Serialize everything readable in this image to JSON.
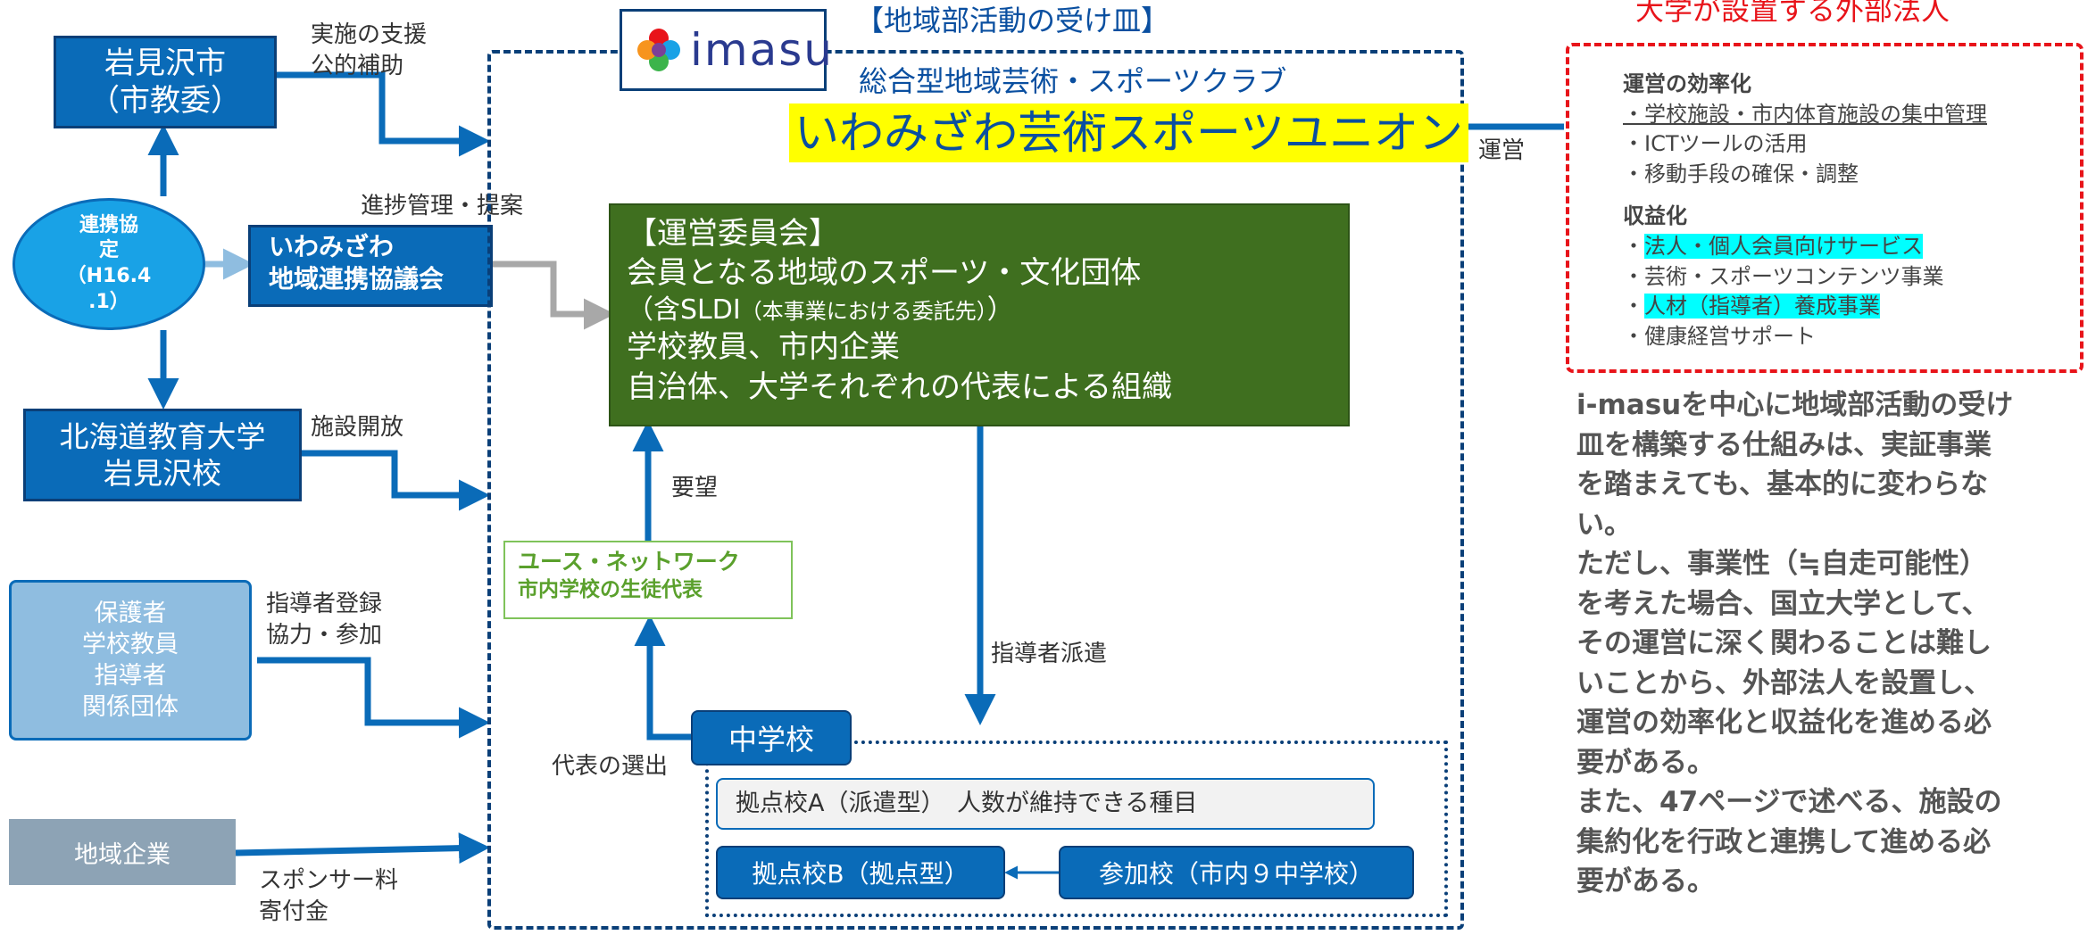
{
  "left": {
    "city": {
      "line1": "岩見沢市",
      "line2": "（市教委）"
    },
    "city_label": {
      "line1": "実施の支援",
      "line2": "公的補助"
    },
    "agreement": {
      "line1": "連携協",
      "line2": "定",
      "line3": "（H16.4",
      "line4": ".1）"
    },
    "council": {
      "line1": "いわみざわ",
      "line2": "地域連携協議会"
    },
    "council_label": "進捗管理・提案",
    "university": {
      "line1": "北海道教育大学",
      "line2": "岩見沢校"
    },
    "university_label": "施設開放",
    "guardians": {
      "lines": [
        "保護者",
        "学校教員",
        "指導者",
        "関係団体"
      ]
    },
    "guardians_label": {
      "line1": "指導者登録",
      "line2": "協力・参加"
    },
    "company": "地域企業",
    "company_label": {
      "line1": "スポンサー料",
      "line2": "寄付金"
    }
  },
  "center": {
    "logo_text": "imasu",
    "frame_title": "【地域部活動の受け皿】",
    "club_subtitle": "総合型地域芸術・スポーツクラブ",
    "club_name": "いわみざわ芸術スポーツユニオン",
    "committee": {
      "line1": "【運営委員会】",
      "line2": "会員となる地域のスポーツ・文化団体",
      "line3_a": "（含SLDI",
      "line3_b": "（本事業における委託先）",
      "line3_c": "）",
      "line4": "学校教員、市内企業",
      "line5": "自治体、大学それぞれの代表による組織"
    },
    "request_label": "要望",
    "youth": {
      "line1": "ユース・ネットワーク",
      "line2": "市内学校の生徒代表"
    },
    "dispatch_label": "指導者派遣",
    "select_label": "代表の選出",
    "junior_high": "中学校",
    "school_a": "拠点校A（派遣型）　人数が維持できる種目",
    "school_b": "拠点校B（拠点型）",
    "participating": "参加校（市内９中学校）"
  },
  "right": {
    "title": "大学が設置する外部法人",
    "operate_label": "運営",
    "efficiency_head": "運営の効率化",
    "efficiency_items": [
      "・学校施設・市内体育施設の集中管理",
      "・ICTツールの活用",
      "・移動手段の確保・調整"
    ],
    "revenue_head": "収益化",
    "revenue_items": [
      "・",
      "法人・個人会員向けサービス",
      "・芸術・スポーツコンテンツ事業",
      "・",
      "人材（指導者）養成事業",
      "・健康経営サポート"
    ],
    "paragraph": [
      "i-masuを中心に地域部活動の受け",
      "皿を構築する仕組みは、実証事業",
      "を踏まえても、基本的に変わらな",
      "い。",
      "ただし、事業性（≒自走可能性）",
      "を考えた場合、国立大学として、",
      "その運営に深く関わることは難し",
      "いことから、外部法人を設置し、",
      "運営の効率化と収益化を進める必",
      "要がある。",
      "また、47ページで述べる、施設の",
      "集約化を行政と連携して進める必",
      "要がある。"
    ]
  },
  "colors": {
    "blue": "#0a6bb8",
    "navy": "#0a3f78",
    "green": "#3f6f1f",
    "light_blue": "#8fbde0",
    "gray_blue": "#8da3b5",
    "red": "#e8141a",
    "yellow": "#ffff00",
    "cyan": "#00ffff"
  }
}
